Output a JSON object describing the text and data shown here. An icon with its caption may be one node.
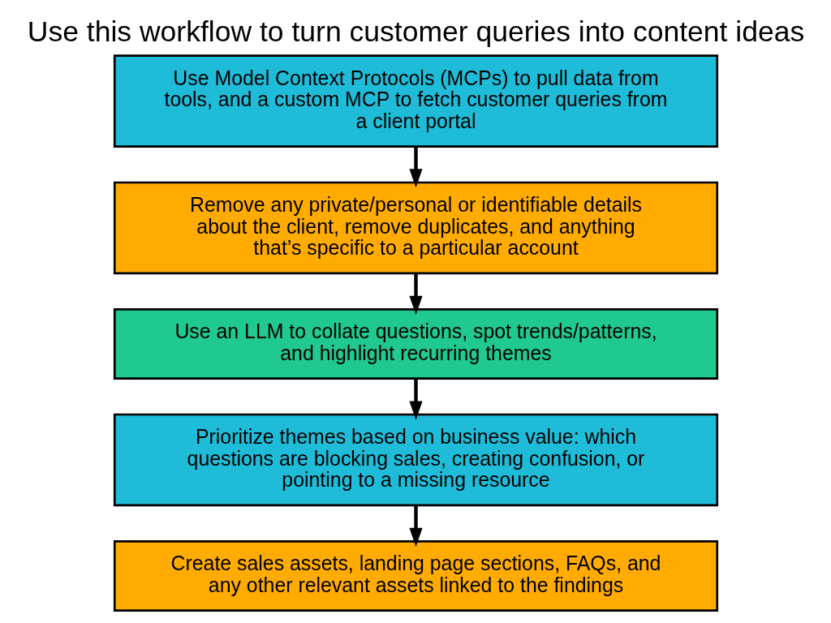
{
  "diagram": {
    "title": "Use this workflow to turn customer queries into content ideas",
    "nodes": [
      {
        "text": [
          "Use Model Context Protocols (MCPs) to pull data from tools, and a custom MCP to fetch customer queries from a client portal"
        ]
      },
      {
        "text": [
          "Remove any private/personal or identifiable details about the client, remove duplicates, and anything that’s specific to a particular account"
        ]
      },
      {
        "text": [
          "Use an LLM to collate questions, spot trends/patterns, and highlight recurring themes"
        ]
      },
      {
        "text": [
          "Prioritize themes based on business value: which questions are blocking sales, creating confusion, or pointing to a missing resource"
        ]
      },
      {
        "text": [
          "Create sales assets, landing page sections, FAQs, and any other relevant assets linked to the findings"
        ]
      }
    ],
    "edges": [
      {
        "from": 0,
        "to": 1,
        "arrow": "to"
      },
      {
        "from": 1,
        "to": 2,
        "arrow": "to"
      },
      {
        "from": 2,
        "to": 3,
        "arrow": "to"
      },
      {
        "from": 3,
        "to": 4,
        "arrow": "to"
      }
    ]
  }
}
